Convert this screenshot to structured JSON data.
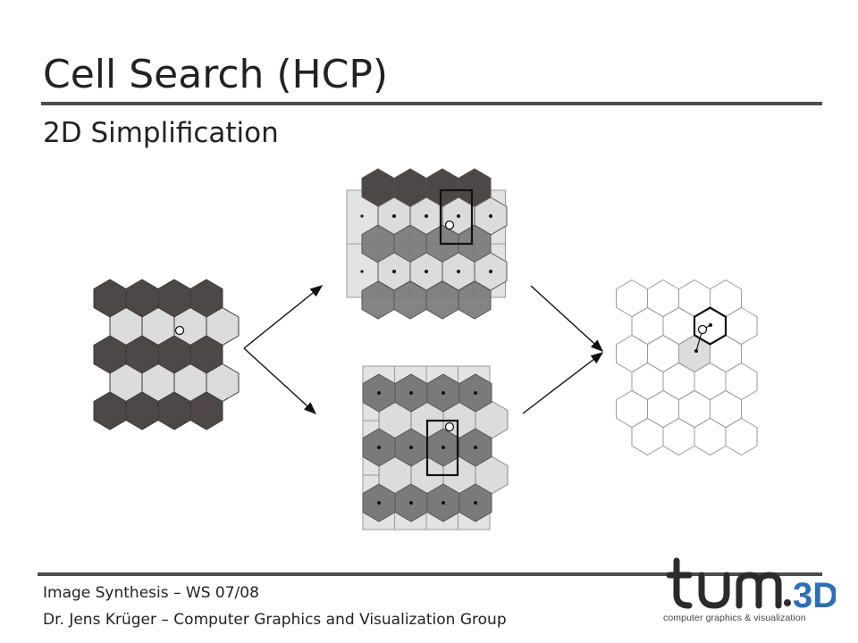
{
  "slide": {
    "title": "Cell Search (HCP)",
    "subtitle": "2D Simplification"
  },
  "footer": {
    "line1": "Image Synthesis – WS 07/08",
    "line2": "Dr. Jens Krüger – Computer Graphics and Visualization Group"
  },
  "logo": {
    "text_mark": "tum.3D",
    "caption": "computer graphics & visualization"
  },
  "colors": {
    "dark_hex": "#4d4747",
    "light_hex": "#dcdcdc",
    "mid_hex": "#7a7a7a",
    "grid_fill": "#e3e3e3",
    "logo_dark": "#2b2b2b",
    "logo_blue": "#2d6fb7"
  }
}
